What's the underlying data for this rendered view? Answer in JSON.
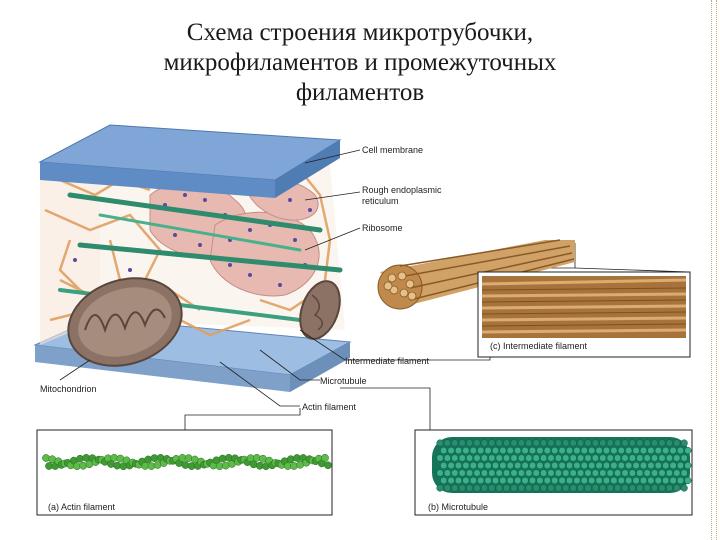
{
  "title": {
    "line1": "Схема строения микротрубочки,",
    "line2": "микрофиламентов и промежуточных",
    "line3": "филаментов"
  },
  "labels": {
    "cell_membrane": "Cell membrane",
    "rough_er_1": "Rough endoplasmic",
    "rough_er_2": "reticulum",
    "ribosome": "Ribosome",
    "intermediate_filament": "Intermediate filament",
    "microtubule": "Microtubule",
    "actin_filament": "Actin filament",
    "mitochondrion": "Mitochondrion"
  },
  "panels": {
    "c_caption": "(c)  Intermediate filament",
    "a_caption": "(a)  Actin filament",
    "b_caption": "(b)  Microtubule"
  },
  "colors": {
    "membrane": "#7fa6d6",
    "er": "#e7b9b0",
    "filament": "#3f9e7a",
    "mitochondrion": "#8c7264",
    "intermediate": "#c89a5a",
    "actin": "#4caa3a",
    "microtubule": "#1f8f6f"
  }
}
